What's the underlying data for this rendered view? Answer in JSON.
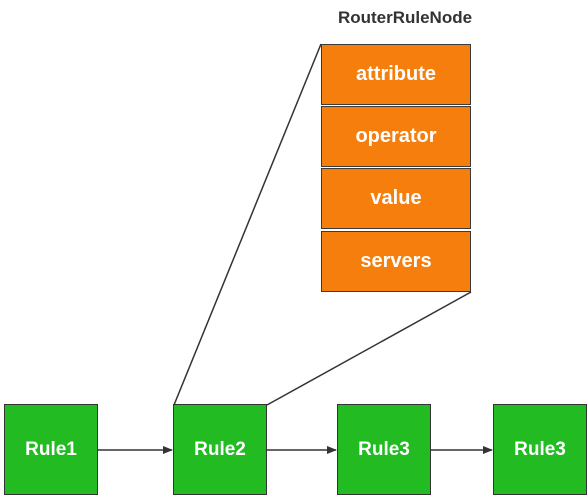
{
  "node": {
    "title": "RouterRuleNode",
    "fields": [
      "attribute",
      "operator",
      "value",
      "servers"
    ],
    "color": "#f57e0d"
  },
  "rules": [
    "Rule1",
    "Rule2",
    "Rule3",
    "Rule3"
  ],
  "colors": {
    "rule": "#22bb22",
    "line": "#333333"
  }
}
